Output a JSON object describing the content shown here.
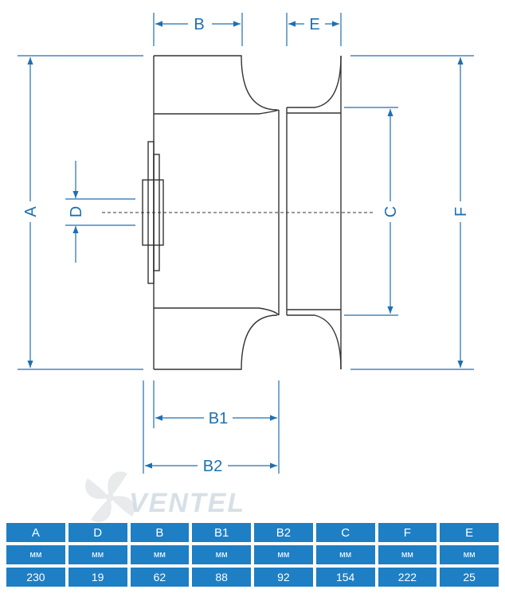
{
  "dimension_labels": {
    "a": "A",
    "b": "B",
    "b1": "B1",
    "b2": "B2",
    "c": "C",
    "d": "D",
    "e": "E",
    "f": "F"
  },
  "watermark": {
    "brand": "VENTEL"
  },
  "table": {
    "headers": [
      "A",
      "D",
      "B",
      "B1",
      "B2",
      "C",
      "F",
      "E"
    ],
    "units": [
      "мм",
      "мм",
      "мм",
      "мм",
      "мм",
      "мм",
      "мм",
      "мм"
    ],
    "values": [
      "230",
      "19",
      "62",
      "88",
      "92",
      "154",
      "222",
      "25"
    ]
  },
  "colors": {
    "dimension": "#1e6fb0",
    "outline": "#333333",
    "table": "#1e7fc4"
  }
}
